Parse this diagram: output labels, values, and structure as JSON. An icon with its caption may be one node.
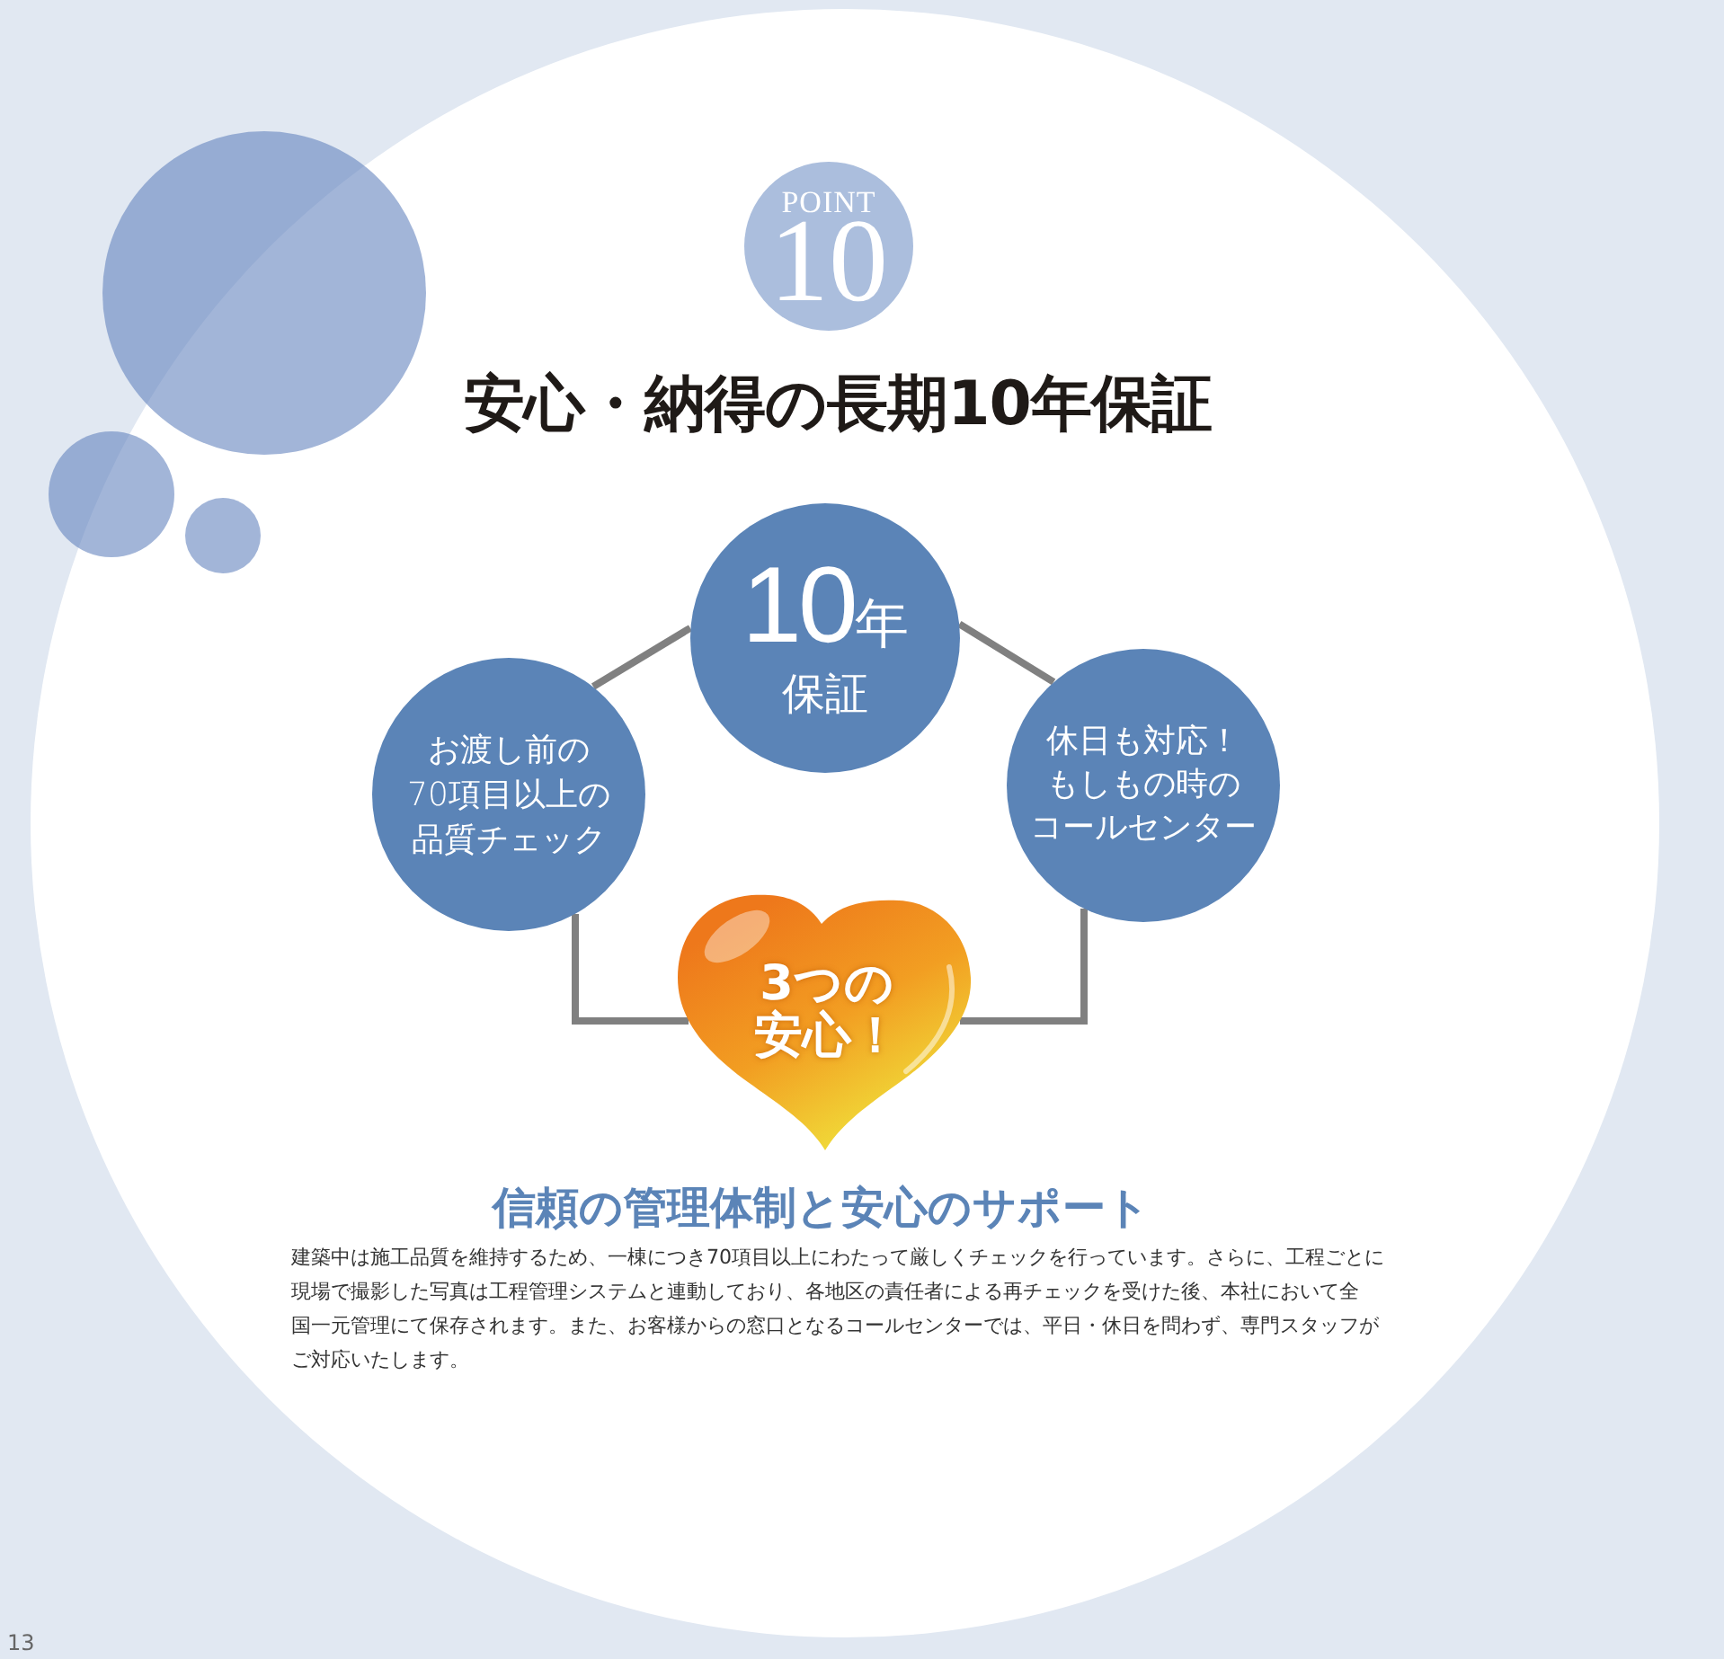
{
  "diagram": {
    "title": "安心・納得の長期10年保証",
    "nodes": [
      {
        "text": [
          "POINT",
          "10"
        ]
      },
      {
        "text": [
          "10年",
          "保証"
        ]
      },
      {
        "text": [
          "お渡し前の70項目以上の品質チェック"
        ]
      },
      {
        "text": [
          "休日も対応！もしもの時のコールセンター"
        ]
      },
      {
        "text": [
          "3つの安心！"
        ]
      }
    ],
    "edges": [
      {
        "from": 1,
        "to": 2,
        "arrow": "none"
      },
      {
        "from": 1,
        "to": 3,
        "arrow": "none"
      },
      {
        "from": 2,
        "to": 4,
        "arrow": "none"
      },
      {
        "from": 3,
        "to": 4,
        "arrow": "none"
      }
    ],
    "labels": [
      "信頼の管理体制と安心のサポート",
      "建築中は施工品質を維持するため、一棟につき70項目以上にわたって厳しくチェックを行っています。さらに、工程ごとに現場で撮影した写真は工程管理システムと連動しており、各地区の責任者による再チェックを受けた後、本社において全国一元管理にて保存されます。また、お客様からの窓口となるコールセンターでは、平日・休日を問わず、専門スタッフがご対応いたします。",
      "13"
    ]
  }
}
